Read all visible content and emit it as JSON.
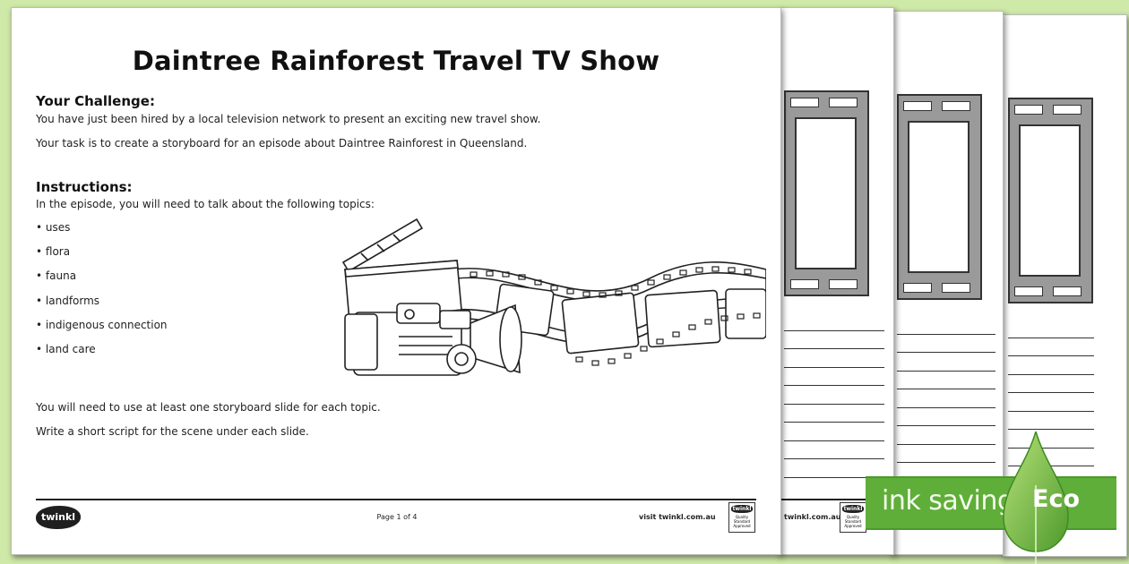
{
  "title": "Daintree Rainforest Travel TV Show",
  "challenge": {
    "heading": "Your Challenge:",
    "line1": "You have just been hired by a local television network to present an exciting new travel show.",
    "line2": "Your task is to create a storyboard for an episode about Daintree Rainforest in Queensland."
  },
  "instructions": {
    "heading": "Instructions:",
    "intro": "In the episode, you will need to talk about the following topics:",
    "topics": [
      "uses",
      "flora",
      "fauna",
      "landforms",
      "indigenous connection",
      "land care"
    ],
    "note1": "You will need to use at least one storyboard slide for each topic.",
    "note2": "Write a short script for the scene under each slide."
  },
  "footer": {
    "logo": "twinkl",
    "page": "Page 1 of 4",
    "visit": "visit twinkl.com.au",
    "badge_logo": "twinkl",
    "badge_text": "Quality Standard Approved"
  },
  "back_footer_visit": "twinkl.com.au",
  "eco_banner": {
    "text": "ink saving",
    "label": "Eco",
    "color": "#5fae3a"
  },
  "colors": {
    "background": "#cfe9a8",
    "film_frame": "#9a9a9a"
  }
}
